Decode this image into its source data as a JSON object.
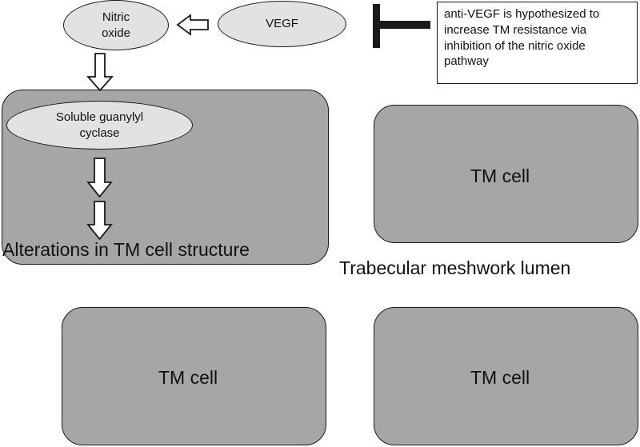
{
  "nodes": {
    "nitric_oxide": [
      "Nitric",
      "oxide"
    ],
    "vegf": "VEGF",
    "guanylyl_cyclase": [
      "Soluble guanylyl",
      "cyclase"
    ],
    "alterations": "Alterations in TM cell structure",
    "tm_cell_top_right": "TM cell",
    "tm_cell_bottom_left": "TM cell",
    "tm_cell_bottom_right": "TM cell"
  },
  "lumen_label": "Trabecular meshwork lumen",
  "note": "anti-VEGF is hypothesized to increase TM resistance via inhibition of the nitric oxide pathway",
  "colors": {
    "cell_fill": "#a6a6a6",
    "oval_fill": "#e2e2e2",
    "stroke": "#1a1a1a"
  }
}
